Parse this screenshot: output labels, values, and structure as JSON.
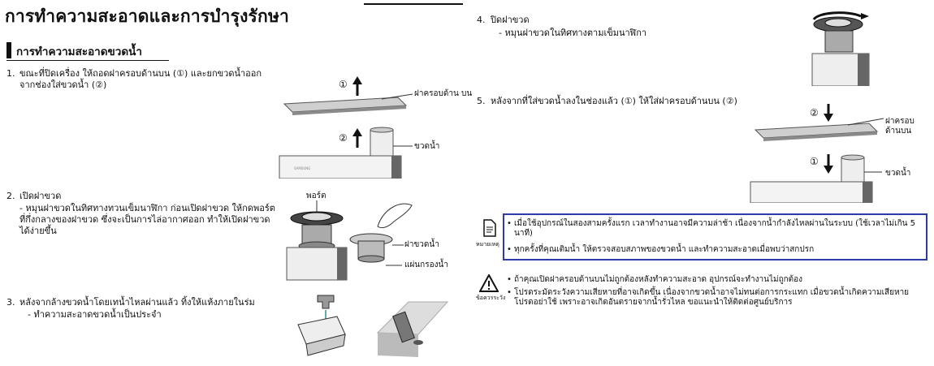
{
  "page": {
    "title": "การทำความสะอาดและการบำรุงรักษา",
    "section": "การทำความสะอาดขวดน้ำ"
  },
  "steps": {
    "s1": {
      "num": "1.",
      "text": "ขณะที่ปิดเครื่อง ให้ถอดฝาครอบด้านบน (①) และยกขวดน้ำออกจากช่องใส่ขวดน้ำ (②)",
      "label_cover": "ฝาครอบด้าน บน",
      "label_bottle": "ขวดน้ำ",
      "mark1": "①",
      "mark2": "②"
    },
    "s2": {
      "num": "2.",
      "heading": "เปิดฝาขวด",
      "text": "- หมุนฝาขวดในทิศทางทวนเข็มนาฬิกา ก่อนเปิดฝาขวด ให้กดพอร์ตที่กึ่งกลางของฝาขวด ซึ่งจะเป็นการไล่อากาศออก ทำให้เปิดฝาขวดได้ง่ายขึ้น",
      "label_port": "พอร์ต",
      "label_cap": "ฝาขวดน้ำ",
      "label_filter": "แผ่นกรองน้ำ"
    },
    "s3": {
      "num": "3.",
      "heading": "หลังจากล้างขวดน้ำโดยเทน้ำไหลผ่านแล้ว ทิ้งให้แห้งภายในร่ม",
      "text": "- ทำความสะอาดขวดน้ำเป็นประจำ"
    },
    "s4": {
      "num": "4.",
      "heading": "ปิดฝาขวด",
      "text": "- หมุนฝาขวดในทิศทางตามเข็มนาฬิกา"
    },
    "s5": {
      "num": "5.",
      "text": "หลังจากที่ใส่ขวดน้ำลงในช่องแล้ว (①) ให้ใส่ฝาครอบด้านบน (②)",
      "label_cover": "ฝาครอบ ด้านบน",
      "label_bottle": "ขวดน้ำ",
      "mark1": "②",
      "mark2": "①"
    }
  },
  "note": {
    "label": "หมายเหตุ",
    "items": [
      "เมื่อใช้อุปกรณ์ในสองสามครั้งแรก เวลาทำงานอาจมีความล่าช้า เนื่องจากน้ำกำลังไหลผ่านในระบบ (ใช้เวลาไม่เกิน 5 นาที)",
      "ทุกครั้งที่คุณเติมน้ำ ให้ตรวจสอบสภาพของขวดน้ำ และทำความสะอาดเมื่อพบว่าสกปรก"
    ]
  },
  "caution": {
    "label": "ข้อควรระวัง",
    "items": [
      "ถ้าคุณเปิดฝาครอบด้านบนไม่ถูกต้องหลังทำความสะอาด อุปกรณ์จะทำงานไม่ถูกต้อง",
      "โปรดระมัดระวังความเสียหายที่อาจเกิดขึ้น เนื่องจากขวดน้ำอาจไม่ทนต่อการกระแทก เมื่อขวดน้ำเกิดความเสียหาย โปรดอย่าใช้ เพราะอาจเกิดอันตรายจากน้ำรั่วไหล ขอแนะนำให้ติดต่อศูนย์บริการ"
    ]
  },
  "device": {
    "brand": "SAMSUNG"
  },
  "colors": {
    "accent_box": "#2d3aa8"
  }
}
